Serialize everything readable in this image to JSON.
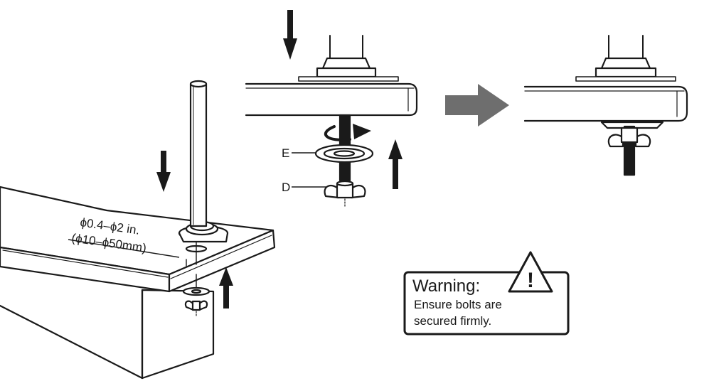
{
  "diagram": {
    "dimension": {
      "line1": "ϕ0.4–ϕ2 in.",
      "line2": "(ϕ10–ϕ50mm)"
    },
    "parts": {
      "e_label": "E",
      "d_label": "D"
    },
    "warning": {
      "icon_symbol": "!",
      "title": "Warning:",
      "line1": "Ensure bolts are",
      "line2": "secured firmly."
    },
    "colors": {
      "line": "#1a1a1a",
      "arrow_fill": "#1a1a1a",
      "transition_arrow": "#6e6e6e",
      "background": "#ffffff"
    }
  }
}
